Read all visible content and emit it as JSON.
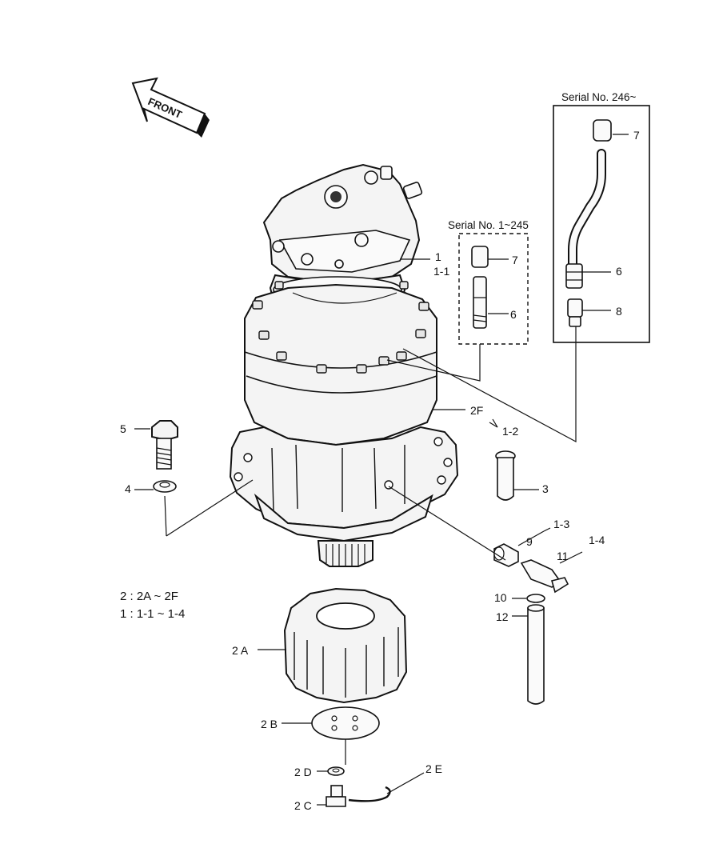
{
  "diagram": {
    "front_arrow_label": "FRONT",
    "serial_new_label": "Serial No. 246~",
    "serial_old_label": "Serial No. 1~245",
    "legend": [
      "2 : 2A ~ 2F",
      "1 : 1-1 ~ 1-4"
    ],
    "callouts": {
      "c1": "1",
      "c1_1": "1-1",
      "c2f": "2F",
      "c1_2": "1-2",
      "c3": "3",
      "c4": "4",
      "c5": "5",
      "c6_old": "6",
      "c7_old": "7",
      "c6_new": "6",
      "c7_new": "7",
      "c8": "8",
      "c9": "9",
      "c1_3": "1-3",
      "c10": "10",
      "c11": "11",
      "c1_4": "1-4",
      "c12": "12",
      "c2a": "2 A",
      "c2b": "2 B",
      "c2c": "2 C",
      "c2d": "2 D",
      "c2e": "2 E"
    }
  }
}
